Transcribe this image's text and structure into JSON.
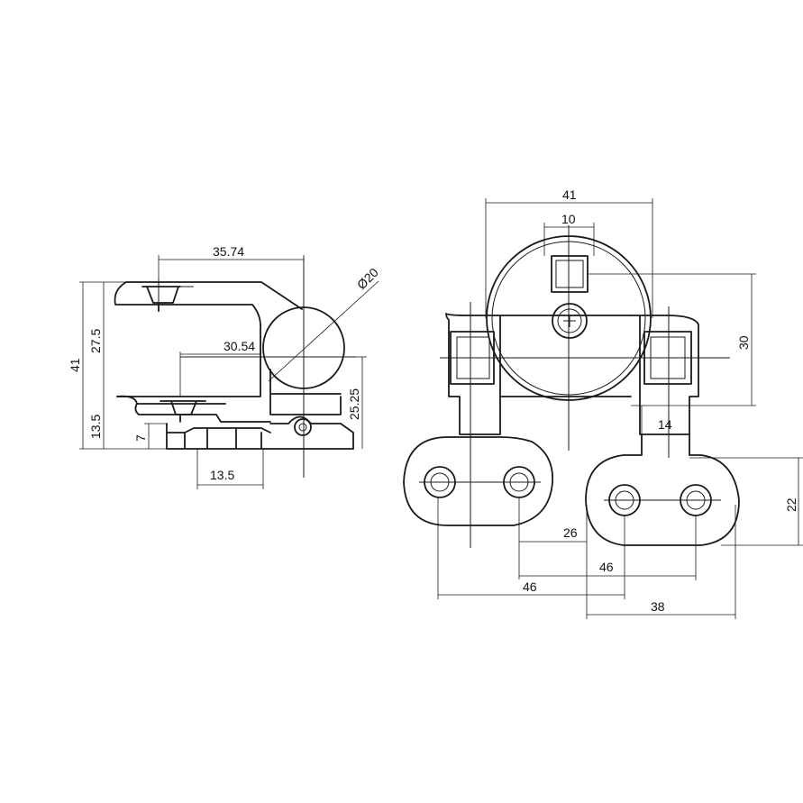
{
  "dimensions": {
    "side_width_top": "35.74",
    "side_width_mid": "30.54",
    "side_diameter": "Ø20",
    "side_height_total": "41",
    "side_height_upper": "27.5",
    "side_height_lower": "13.5",
    "side_base_height": "7",
    "side_right_height": "25.25",
    "side_base_width": "13.5",
    "front_width_total": "41",
    "front_square": "10",
    "front_height_right": "30",
    "front_neck": "14",
    "front_slot_height": "22",
    "front_offset_26": "26",
    "front_span_46a": "46",
    "front_span_46b": "46",
    "front_span_38": "38"
  }
}
